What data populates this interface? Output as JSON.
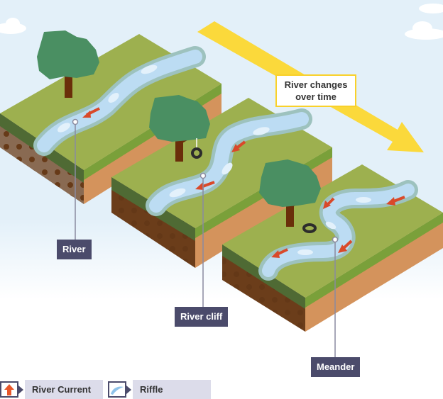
{
  "title_callout": "River changes over time",
  "labels": {
    "river": "River",
    "river_cliff": "River cliff",
    "meander": "Meander"
  },
  "legend": [
    {
      "icon": "arrow-up-icon",
      "label": "River Current",
      "color": "#e8562a"
    },
    {
      "icon": "riffle-icon",
      "label": "Riffle",
      "color": "#8fc3ea"
    }
  ],
  "colors": {
    "sky": "#e3f0f9",
    "grass": "#9db04f",
    "water": "#bcdcf3",
    "arrow": "#fbd93b",
    "label_bg": "#4b4b6b",
    "current": "#d9492a"
  }
}
